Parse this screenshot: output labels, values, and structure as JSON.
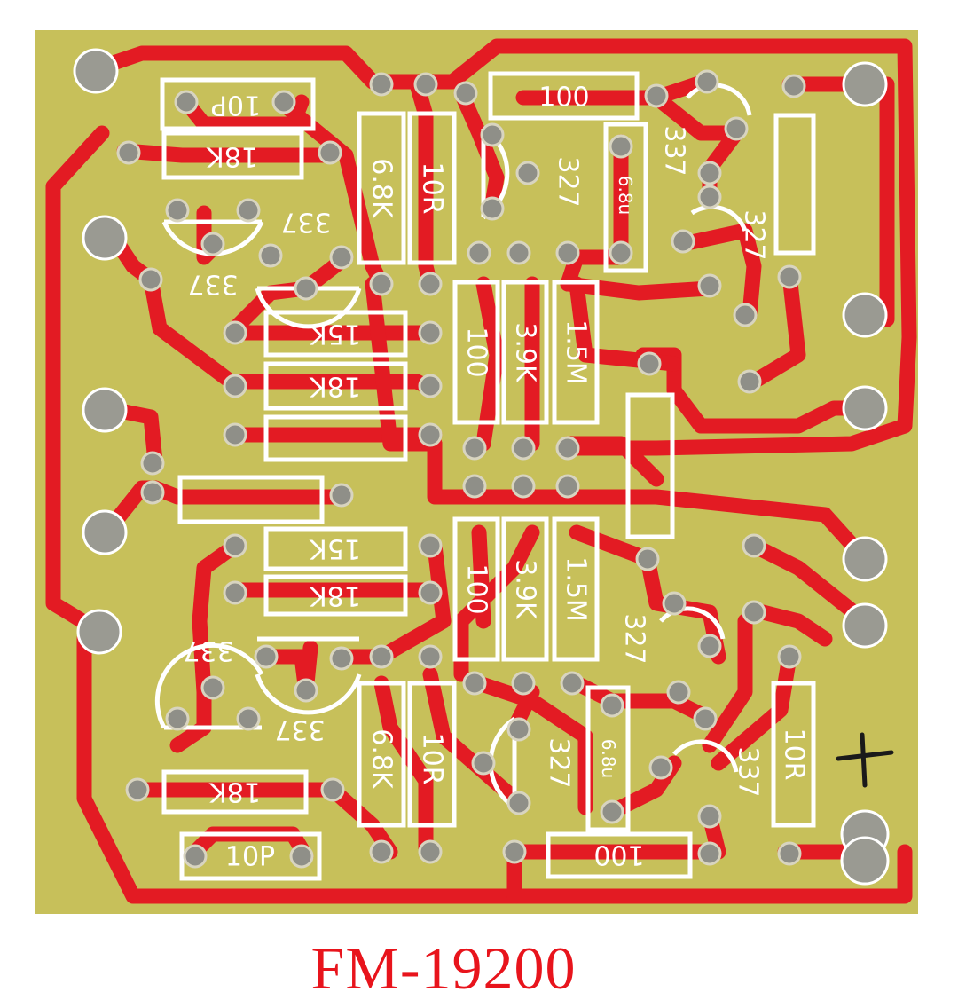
{
  "board": {
    "background": "#f7f4ec",
    "substrate_color": "#c7c05a",
    "trace_color": "#e31b23",
    "silk_color": "#ffffff",
    "pad_color": "#9a9a92",
    "caption_color": "#e8141c"
  },
  "silkscreen": {
    "top": {
      "cap_10p": "10P",
      "res_18k_a": "18K",
      "res_6_8k": "6.8K",
      "res_10r_a": "10R",
      "res_100_top": "100",
      "tr_337_a": "337",
      "tr_337_b": "337",
      "tr_327_a": "327",
      "cap_6_8u": "6.8u",
      "tr_337_c": "337",
      "tr_327_b": "327",
      "res_15k": "15K",
      "res_18k_b": "18K",
      "res_100_v": "100",
      "res_3_9k": "3.9K",
      "res_1_5m": "1.5M"
    },
    "bottom": {
      "res_15k": "15K",
      "res_18k_b": "18K",
      "res_100_v": "100",
      "res_3_9k": "3.9K",
      "res_1_5m": "1.5M",
      "tr_327_c": "327",
      "tr_337_a": "337",
      "tr_337_b": "337",
      "res_6_8k": "6.8K",
      "res_10r": "10R",
      "tr_327_d": "327",
      "cap_6_8u": "6.8u",
      "tr_337_c": "337",
      "res_10r_b": "10R",
      "res_18k_a": "18K",
      "cap_10p": "10P",
      "res_100_bottom": "100"
    },
    "plus_mark": "+"
  },
  "caption": "FM-19200"
}
